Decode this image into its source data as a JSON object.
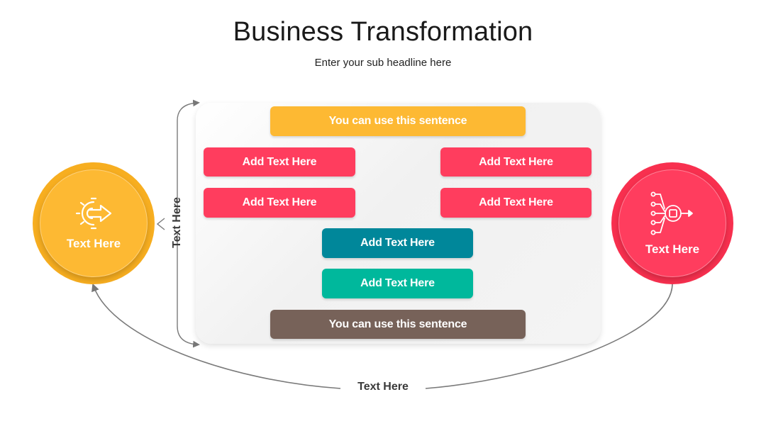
{
  "header": {
    "title": "Business Transformation",
    "subtitle": "Enter your sub headline here"
  },
  "left_circle": {
    "label": "Text Here",
    "icon": "gear-arrow-icon",
    "color": "#FDB933"
  },
  "right_circle": {
    "label": "Text Here",
    "icon": "circuit-chip-icon",
    "color": "#FF3D5E"
  },
  "vertical_label": "Text Here",
  "bottom_label": "Text Here",
  "boxes": {
    "top": {
      "label": "You can use this sentence",
      "color": "#FDB933"
    },
    "r1_left": {
      "label": "Add Text Here",
      "color": "#FF3D5E"
    },
    "r1_right": {
      "label": "Add Text Here",
      "color": "#FF3D5E"
    },
    "r2_left": {
      "label": "Add Text Here",
      "color": "#FF3D5E"
    },
    "r2_right": {
      "label": "Add Text Here",
      "color": "#FF3D5E"
    },
    "teal_dark": {
      "label": "Add Text Here",
      "color": "#00879A"
    },
    "teal_light": {
      "label": "Add Text Here",
      "color": "#00B89C"
    },
    "bottom": {
      "label": "You can use this sentence",
      "color": "#776259"
    }
  }
}
